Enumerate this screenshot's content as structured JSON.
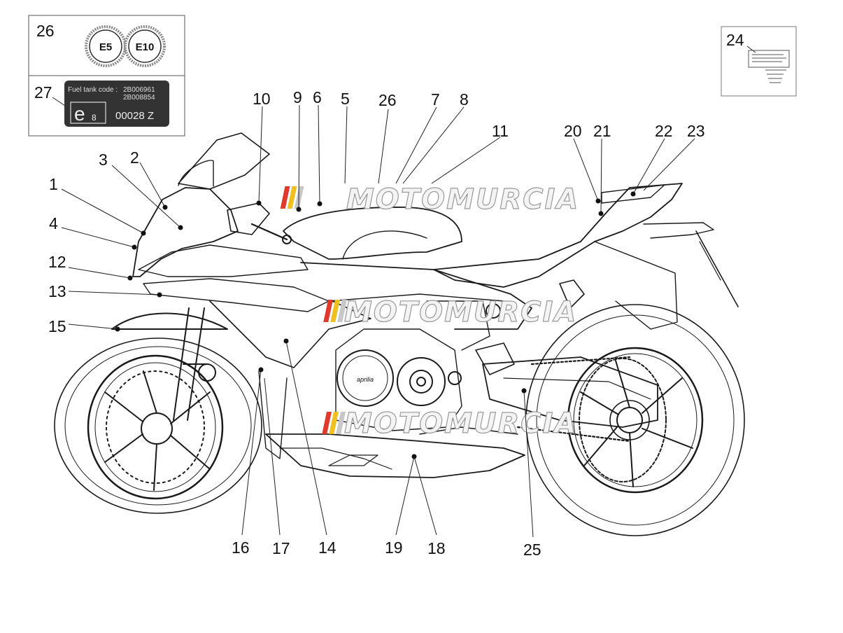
{
  "inset_panel": {
    "label_26": "26",
    "label_27": "27",
    "badge_e5": "E5",
    "badge_e10": "E10",
    "fuel_tank_code_label": "Fuel tank code :",
    "fuel_code_1": "2B006961",
    "fuel_code_2": "2B008854",
    "homologation_e": "e",
    "homologation_sub": "8",
    "homologation_number": "00028 Z"
  },
  "label_sheet_panel": {
    "label_24": "24"
  },
  "watermark": {
    "text": "MOTOMURCIA",
    "flag_colors": [
      "#e03a2c",
      "#f0c020",
      "#c8c8c8"
    ]
  },
  "engine_logo": "aprilia",
  "callouts": {
    "c1": "1",
    "c2": "2",
    "c3": "3",
    "c4": "4",
    "c5": "5",
    "c6": "6",
    "c7": "7",
    "c8": "8",
    "c9": "9",
    "c10": "10",
    "c11": "11",
    "c12": "12",
    "c13": "13",
    "c14": "14",
    "c15": "15",
    "c16": "16",
    "c17": "17",
    "c18": "18",
    "c19": "19",
    "c20": "20",
    "c21": "21",
    "c22": "22",
    "c23": "23",
    "c25": "25",
    "c26": "26"
  }
}
